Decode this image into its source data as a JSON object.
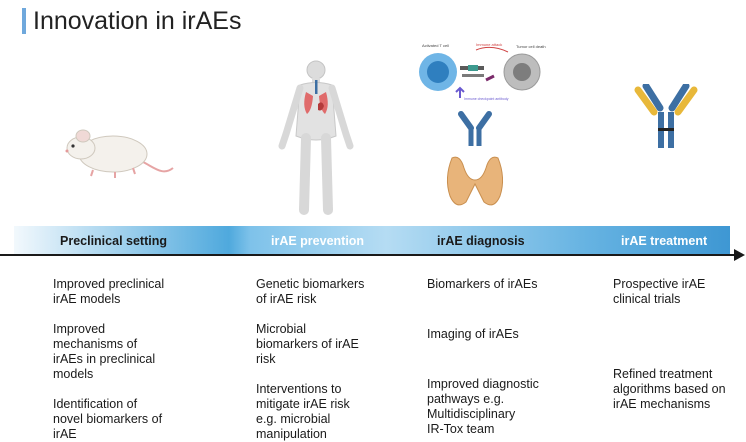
{
  "title": "Innovation in irAEs",
  "illustrations": {
    "mechanism_labels": {
      "activated_t_cell": "Activated T cell",
      "immune_attack": "Immune attack",
      "tumor_cell_death": "Tumor cell death",
      "antibody": "Immune checkpoint antibody"
    }
  },
  "stages": [
    {
      "label": "Preclinical setting"
    },
    {
      "label": "irAE prevention"
    },
    {
      "label": "irAE diagnosis"
    },
    {
      "label": "irAE treatment"
    }
  ],
  "columns": [
    {
      "items": [
        "Improved preclinical\nirAE models",
        "Improved\nmechanisms of\nirAEs in preclinical\nmodels",
        "Identification of\nnovel biomarkers of\nirAE"
      ]
    },
    {
      "items": [
        "Genetic biomarkers\nof irAE risk",
        "Microbial\nbiomarkers of irAE\nrisk",
        "Interventions to\nmitigate irAE risk\ne.g. microbial\nmanipulation"
      ]
    },
    {
      "items": [
        "Biomarkers of irAEs",
        "Imaging of irAEs",
        "Improved diagnostic\npathways e.g.\nMultidisciplinary\nIR-Tox team"
      ]
    },
    {
      "items": [
        "Prospective irAE\nclinical trials",
        "Refined treatment\nalgorithms based on\nirAE mechanisms"
      ]
    }
  ],
  "colors": {
    "accent": "#6fa8dc",
    "antibody_blue": "#3d6fa3",
    "antibody_yellow": "#e8b83a",
    "thyroid": "#e8b47a",
    "lung": "#e06b6b"
  }
}
